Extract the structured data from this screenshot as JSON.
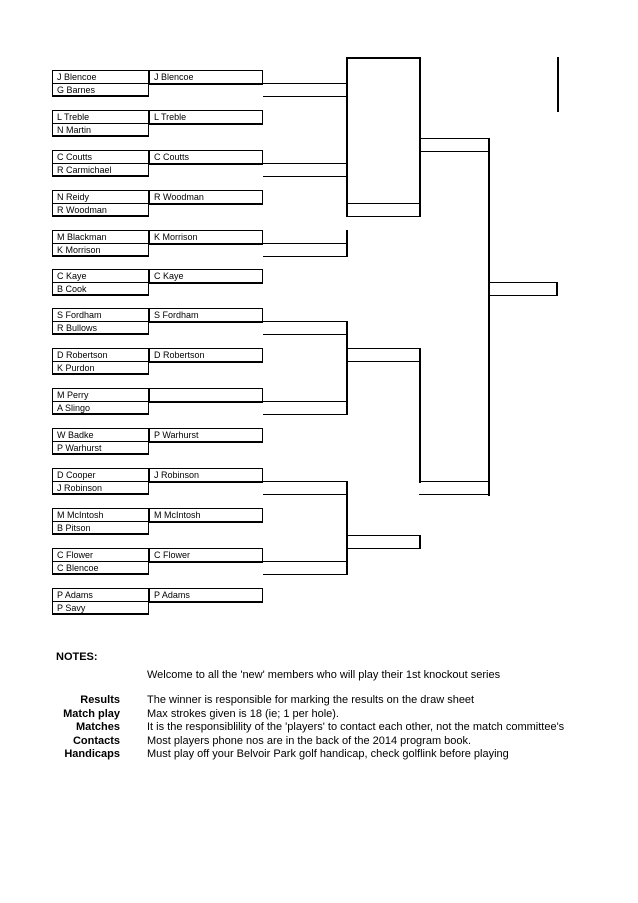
{
  "bracket": {
    "pairs": [
      {
        "p1": "J Blencoe",
        "p2": "G Barnes",
        "winner": "J Blencoe"
      },
      {
        "p1": "L Treble",
        "p2": "N Martin",
        "winner": "L Treble"
      },
      {
        "p1": "C Coutts",
        "p2": "R Carmichael",
        "winner": "C Coutts"
      },
      {
        "p1": "N Reidy",
        "p2": "R Woodman",
        "winner": "R Woodman"
      },
      {
        "p1": "M Blackman",
        "p2": "K Morrison",
        "winner": "K Morrison"
      },
      {
        "p1": "C Kaye",
        "p2": "B Cook",
        "winner": "C Kaye"
      },
      {
        "p1": "S Fordham",
        "p2": "R Bullows",
        "winner": "S Fordham"
      },
      {
        "p1": "D Robertson",
        "p2": "K Purdon",
        "winner": "D Robertson"
      },
      {
        "p1": "M Perry",
        "p2": "A Slingo",
        "winner": ""
      },
      {
        "p1": "W Badke",
        "p2": "P Warhurst",
        "winner": "P Warhurst"
      },
      {
        "p1": "D Cooper",
        "p2": "J Robinson",
        "winner": "J Robinson"
      },
      {
        "p1": "M McIntosh",
        "p2": "B Pitson",
        "winner": "M McIntosh"
      },
      {
        "p1": "C Flower",
        "p2": "C Blencoe",
        "winner": "C Flower"
      },
      {
        "p1": "P Adams",
        "p2": "P Savy",
        "winner": "P Adams"
      }
    ]
  },
  "notes": {
    "heading": "NOTES:",
    "welcome": "Welcome to all the 'new' members who will play their 1st knockout series",
    "items": [
      {
        "label": "Results",
        "text": "The winner is responsible for marking the results on the draw sheet"
      },
      {
        "label": "Match play",
        "text": "Max strokes given is 18 (ie; 1 per hole)."
      },
      {
        "label": "Matches",
        "text": "It is the responsiblility of the 'players' to contact each other, not the match committee's"
      },
      {
        "label": "Contacts",
        "text": "Most players phone nos are in the back of the 2014 program book."
      },
      {
        "label": "Handicaps",
        "text": "Must play off your Belvoir Park golf handicap, check golflink before playing"
      }
    ]
  }
}
